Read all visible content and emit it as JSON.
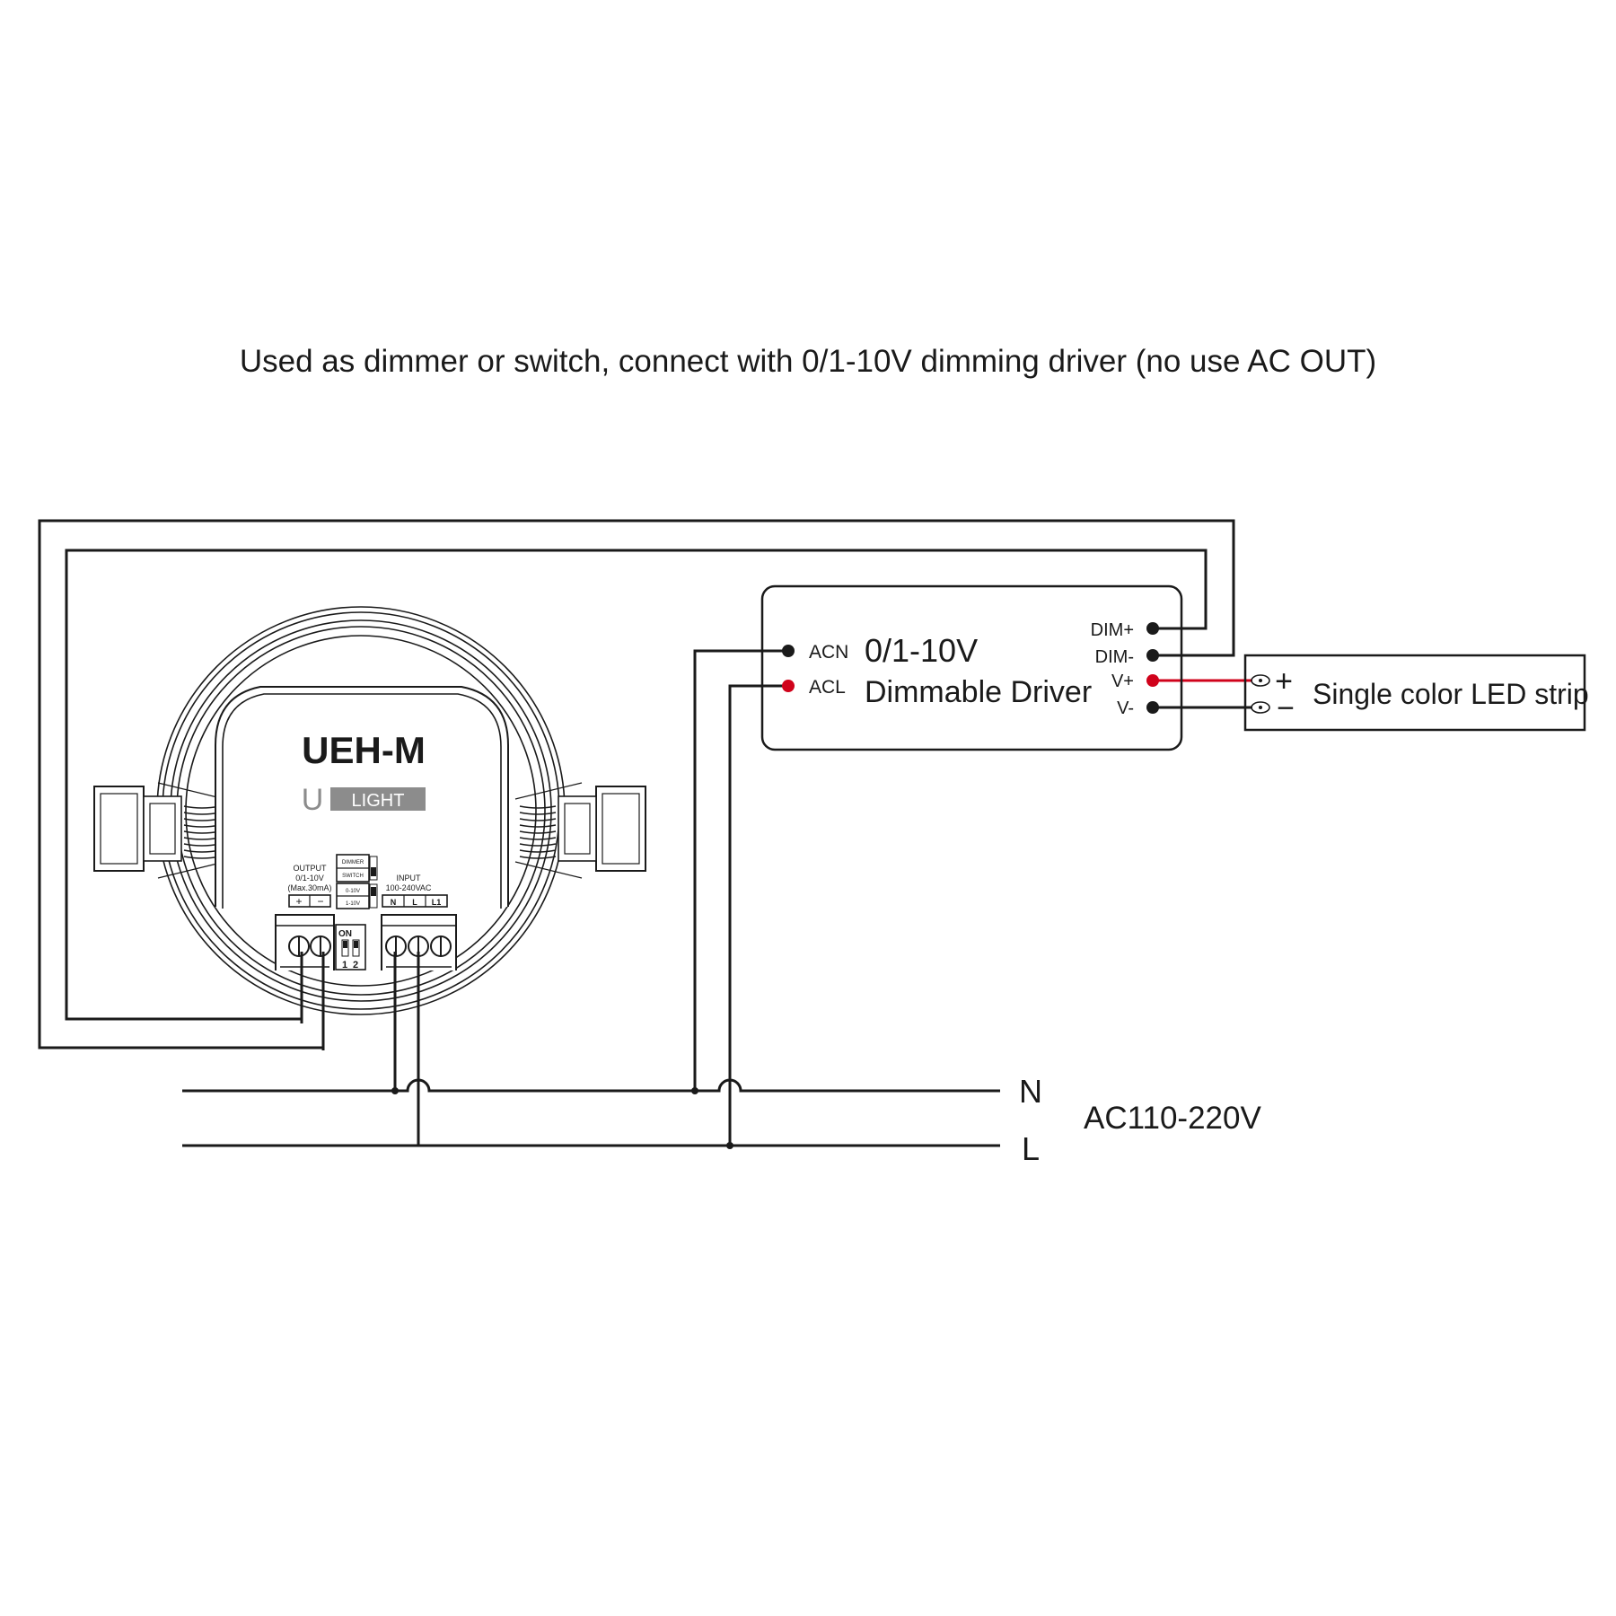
{
  "caption": "Used as dimmer or switch, connect with 0/1-10V dimming driver (no use AC OUT)",
  "device": {
    "model": "UEH-M",
    "logo_u": "U",
    "logo_light": "LIGHT",
    "output_label_1": "OUTPUT",
    "output_label_2": "0/1-10V",
    "output_label_3": "(Max.30mA)",
    "output_plus": "+",
    "output_minus": "−",
    "mode_dimmer": "DIMMER",
    "mode_switch": "SWITCH",
    "range_0_10": "0-10V",
    "range_1_10": "1-10V",
    "dip_on": "ON",
    "dip_1": "1",
    "dip_2": "2",
    "input_label_1": "INPUT",
    "input_label_2": "100-240VAC",
    "input_n": "N",
    "input_l": "L",
    "input_l1": "L1"
  },
  "driver": {
    "title_line1": "0/1-10V",
    "title_line2": "Dimmable Driver",
    "acn": "ACN",
    "acl": "ACL",
    "dim_plus": "DIM+",
    "dim_minus": "DIM-",
    "v_plus": "V+",
    "v_minus": "V-"
  },
  "led_strip": {
    "plus": "+",
    "minus": "−",
    "label": "Single color LED strip"
  },
  "mains": {
    "n": "N",
    "l": "L",
    "voltage": "AC110-220V"
  },
  "colors": {
    "line": "#1a1a1a",
    "live": "#d0021b",
    "logo_gray": "#8c8c8c"
  }
}
